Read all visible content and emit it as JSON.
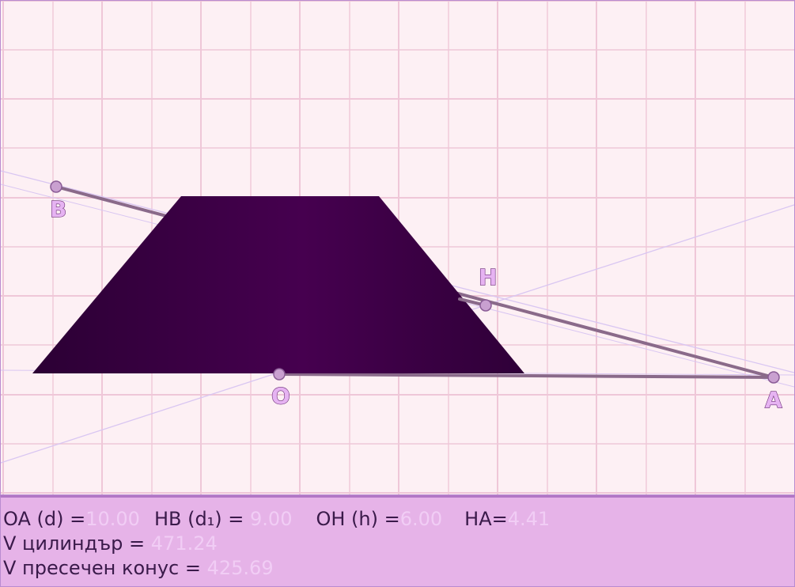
{
  "points": {
    "B": "B",
    "H": "H",
    "O": "O",
    "A": "A"
  },
  "info": {
    "oa_label": "OA (d) =",
    "oa_value": "10.00",
    "hb_label": "HB (d₁) = ",
    "hb_value": "9.00",
    "oh_label": "OH (h) =",
    "oh_value": "6.00",
    "ha_label": "HA=",
    "ha_value": "4.41",
    "cyl_label": "V цилиндър = ",
    "cyl_value": "471.24",
    "cone_label": "V пресечен конус = ",
    "cone_value": "425.69"
  },
  "colors": {
    "background": "#fdf0f4",
    "grid": "#efc7d8",
    "panel": "#e6b3e8",
    "solid": "#3d0048",
    "segment": "#8a6a8a",
    "point": "#c9a0d0",
    "value_text": "#f1cdf5"
  }
}
